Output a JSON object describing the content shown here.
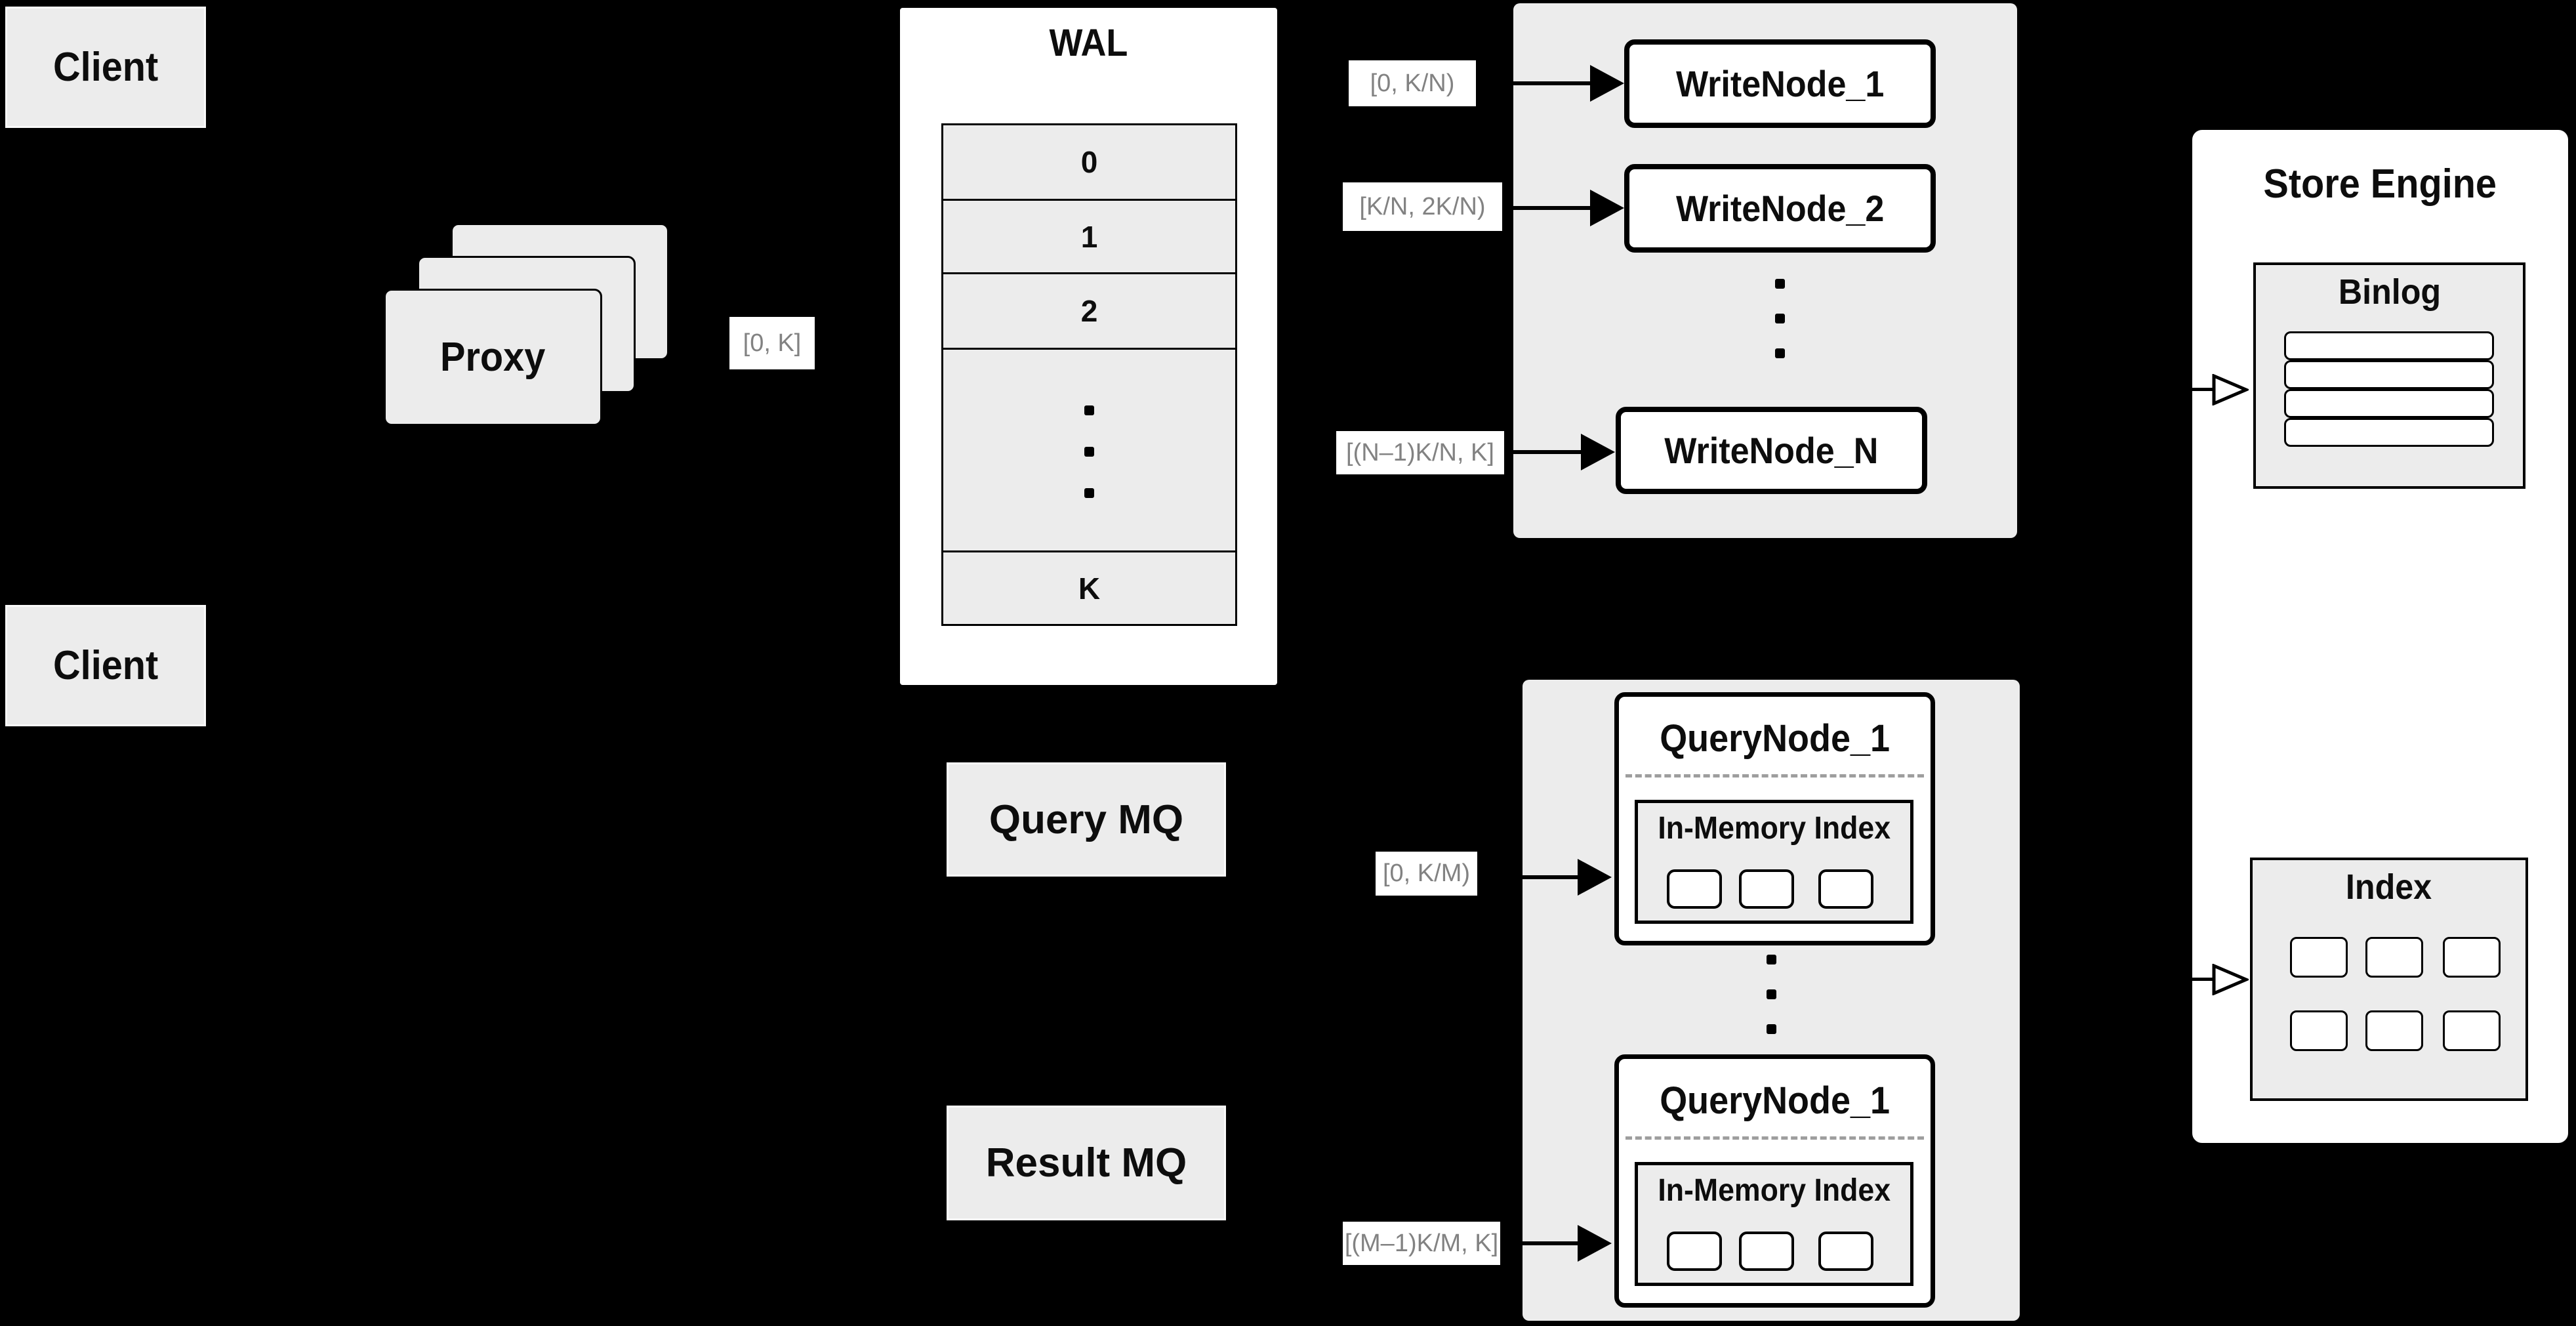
{
  "colors": {
    "background": "#000000",
    "panel_gray": "#ececec",
    "panel_white": "#ffffff",
    "border_black": "#000000",
    "range_label_text": "#828282",
    "title_text": "#0d0d0d",
    "dashed_separator": "#9e9e9e"
  },
  "clients": {
    "top_label": "Client",
    "bottom_label": "Client"
  },
  "proxy": {
    "label": "Proxy",
    "range": "[0, K]"
  },
  "wal": {
    "title": "WAL",
    "rows": [
      "0",
      "1",
      "2",
      "K"
    ]
  },
  "mq": {
    "query_label": "Query MQ",
    "result_label": "Result MQ"
  },
  "write_nodes": {
    "nodes": [
      "WriteNode_1",
      "WriteNode_2",
      "WriteNode_N"
    ],
    "ranges": [
      "[0, K/N)",
      "[K/N, 2K/N)",
      "[(N–1)K/N, K]"
    ]
  },
  "query_nodes": {
    "nodes": [
      "QueryNode_1",
      "QueryNode_1"
    ],
    "sub_label": "In-Memory Index",
    "ranges": [
      "[0, K/M)",
      "[(M–1)K/M, K]"
    ]
  },
  "store_engine": {
    "title": "Store Engine",
    "binlog_title": "Binlog",
    "index_title": "Index"
  }
}
